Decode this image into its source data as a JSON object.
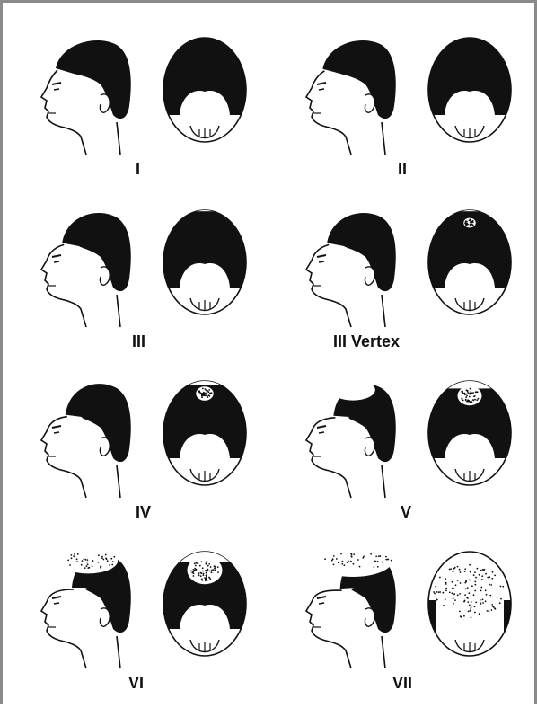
{
  "stages": [
    {
      "label": "I"
    },
    {
      "label": "II"
    },
    {
      "label": "III"
    },
    {
      "label": "III Vertex"
    },
    {
      "label": "IV"
    },
    {
      "label": "V"
    },
    {
      "label": "VI"
    },
    {
      "label": "VII"
    }
  ],
  "colors": {
    "ink": "#111111",
    "frame": "#8a8a8a",
    "paper": "#ffffff"
  }
}
